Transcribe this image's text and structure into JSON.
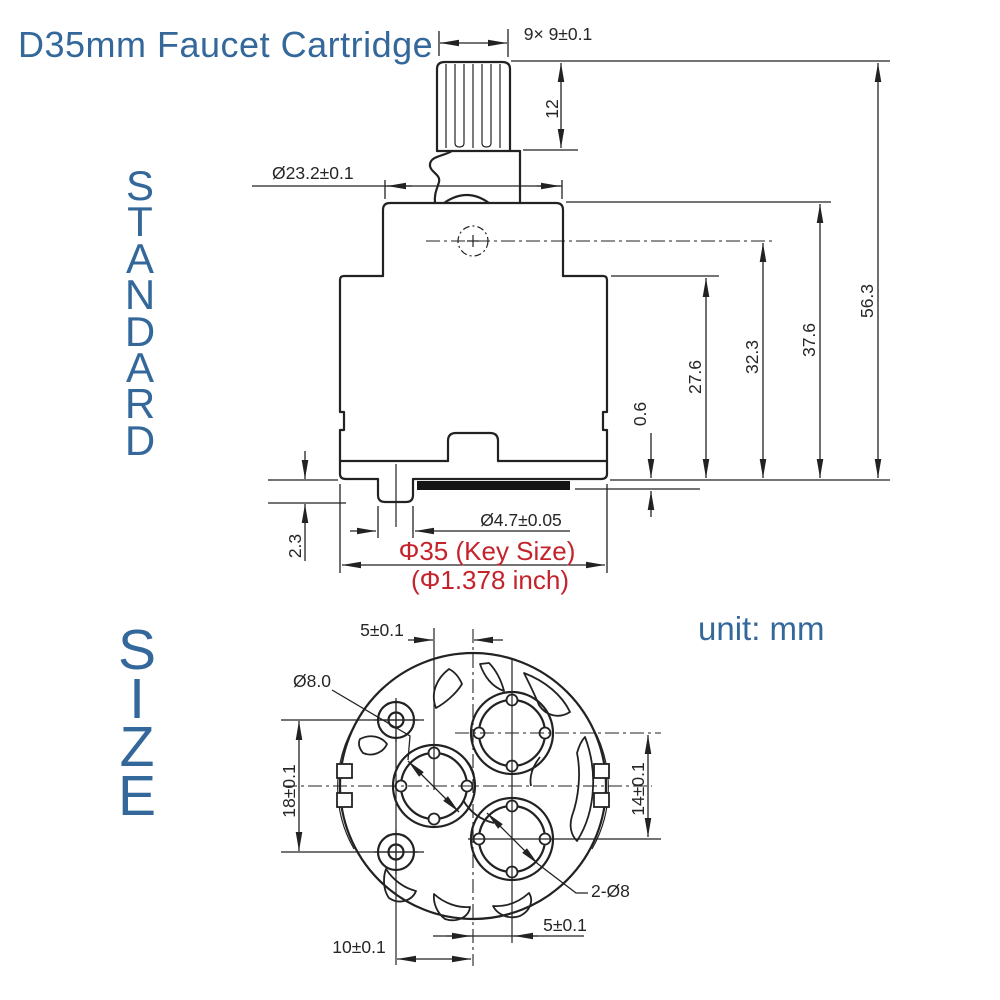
{
  "title": "D35mm Faucet Cartridge",
  "watermark": {
    "word1": "STANDARD",
    "word2": "SIZE"
  },
  "unit_note": "unit: mm",
  "colors": {
    "accent_blue": "#34689B",
    "dim_red": "#C4232B",
    "line_dark": "#222222",
    "background": "#FFFFFF"
  },
  "side_view": {
    "spline_width": "9× 9±0.1",
    "spline_height": "12",
    "collar_diameter": "Ø23.2±0.1",
    "overall_height": "56.3",
    "collar_to_base": "37.6",
    "side_hole_to_base": "32.3",
    "body_height": "27.6",
    "seal_protrusion": "0.6",
    "tab_height": "2.3",
    "tab_diameter": "Ø4.7±0.05",
    "key_size_mm": "Φ35 (Key Size)",
    "key_size_inch": "(Φ1.378 inch)"
  },
  "bottom_view": {
    "offset_top": "5±0.1",
    "screw_hole_diameter": "Ø8.0",
    "screw_hole_spacing": "18±0.1",
    "inlet_vertical_spacing": "14±0.1",
    "inlet_holes": "2-Ø8",
    "offset_bottom": "5±0.1",
    "screw_line_offset": "10±0.1"
  }
}
